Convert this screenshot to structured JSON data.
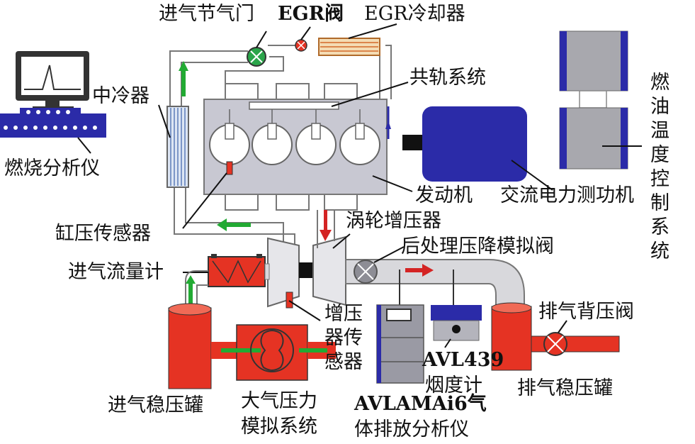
{
  "labels": {
    "throttle": "进气节气门",
    "egr_valve": "EGR阀",
    "egr_cooler": "EGR冷却器",
    "common_rail": "共轨系统",
    "intercooler": "中冷器",
    "combustion_analyzer": "燃烧分析仪",
    "engine": "发动机",
    "dynamometer": "交流电力测功机",
    "fuel_temp_control": "燃油温度控制系统",
    "cylinder_pressure_sensor": "缸压传感器",
    "turbocharger": "涡轮增压器",
    "after_treatment_valve": "后处理压降模拟阀",
    "intake_flowmeter": "进气流量计",
    "boost_sensor": "增压器传感器",
    "exhaust_back_pressure_valve": "排气背压阀",
    "avl439_line1": "AVL439",
    "avl439_line2": "烟度计",
    "intake_surge_tank": "进气稳压罐",
    "atm_sim_line1": "大气压力",
    "atm_sim_line2": "模拟系统",
    "amai60_line1": "AVLAMAi6气",
    "amai60_line2": "体排放分析仪",
    "exhaust_surge_tank": "排气稳压罐"
  },
  "colors": {
    "engine_block": "#c8c8d2",
    "dyno": "#2b2ba8",
    "dyno_dark": "#1e1e8a",
    "red_component": "#e53323",
    "pipe_gray": "#d8d8dc",
    "green_arrow": "#22aa33",
    "red_arrow": "#d42424",
    "avl_gray": "#9a9aa4"
  }
}
